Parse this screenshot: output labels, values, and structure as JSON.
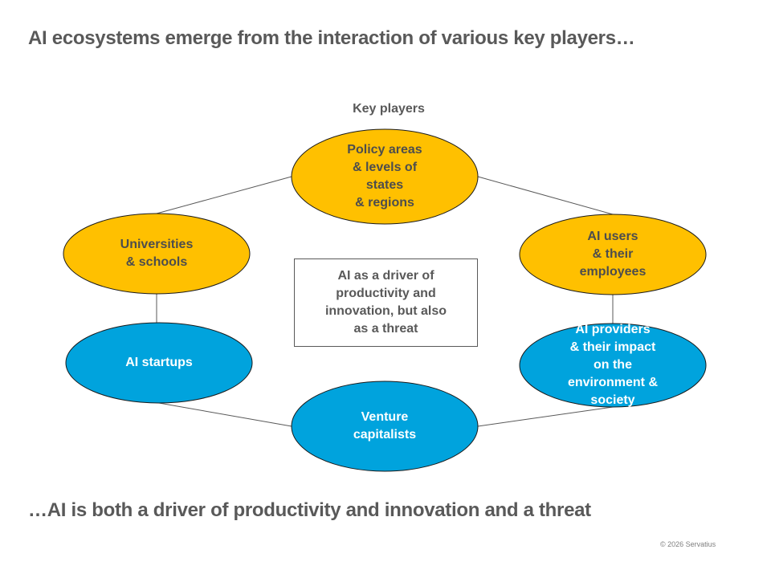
{
  "header": {
    "title": "AI ecosystems emerge from the interaction of various key players…"
  },
  "diagram": {
    "label": "Key players",
    "colors": {
      "player_primary": "#FFC000",
      "player_secondary": "#00A3DD",
      "connector": "#595959"
    },
    "nodes": [
      {
        "id": "policy",
        "text": "Policy areas\n& levels of\nstates\n& regions",
        "color": "yellow"
      },
      {
        "id": "universities",
        "text": "Universities\n& schools",
        "color": "yellow"
      },
      {
        "id": "users",
        "text": "AI users\n& their\nemployees",
        "color": "yellow"
      },
      {
        "id": "startups",
        "text": "AI startups",
        "color": "blue"
      },
      {
        "id": "providers",
        "text": "AI providers\n& their impact\non the\nenvironment &\nsociety",
        "color": "blue"
      },
      {
        "id": "vcs",
        "text": "Venture\ncapitalists",
        "color": "blue"
      }
    ],
    "edges": [
      [
        "policy",
        "universities"
      ],
      [
        "policy",
        "users"
      ],
      [
        "universities",
        "startups"
      ],
      [
        "users",
        "providers"
      ],
      [
        "startups",
        "vcs"
      ],
      [
        "providers",
        "vcs"
      ]
    ],
    "center_text": "AI as a driver of\nproductivity and\ninnovation, but also\nas a threat"
  },
  "footer": {
    "conclusion": "…AI is both a driver of productivity and innovation and a threat",
    "copyright": "© 2026 Servatius"
  }
}
